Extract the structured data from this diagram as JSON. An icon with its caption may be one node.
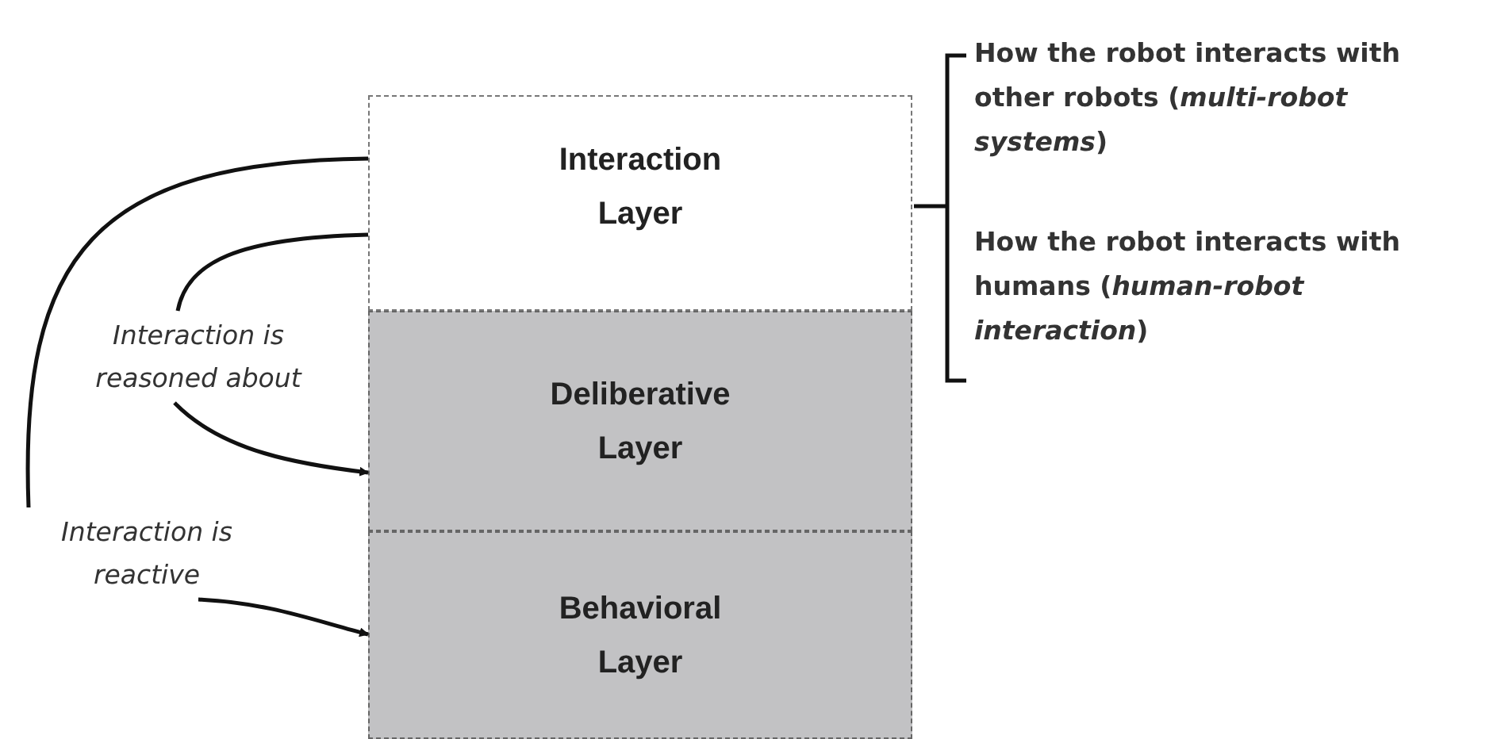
{
  "diagram": {
    "nodes": [
      {
        "text": [
          "Interaction Layer"
        ]
      },
      {
        "text": [
          "Deliberative Layer"
        ]
      },
      {
        "text": [
          "Behavioral Layer"
        ]
      },
      {
        "text": [
          "Interaction is reasoned about"
        ]
      },
      {
        "text": [
          "Interaction is reactive"
        ]
      }
    ],
    "edges": [
      {
        "from": 0,
        "to": 4,
        "arrow": "none"
      },
      {
        "from": 4,
        "to": 2,
        "arrow": "to"
      },
      {
        "from": 0,
        "to": 3,
        "arrow": "none"
      },
      {
        "from": 3,
        "to": 1,
        "arrow": "to"
      }
    ],
    "labels": [
      "How the robot interacts with other robots (*multi-robot systems*)",
      "How the robot interacts with humans (*human-robot interaction*)"
    ]
  }
}
